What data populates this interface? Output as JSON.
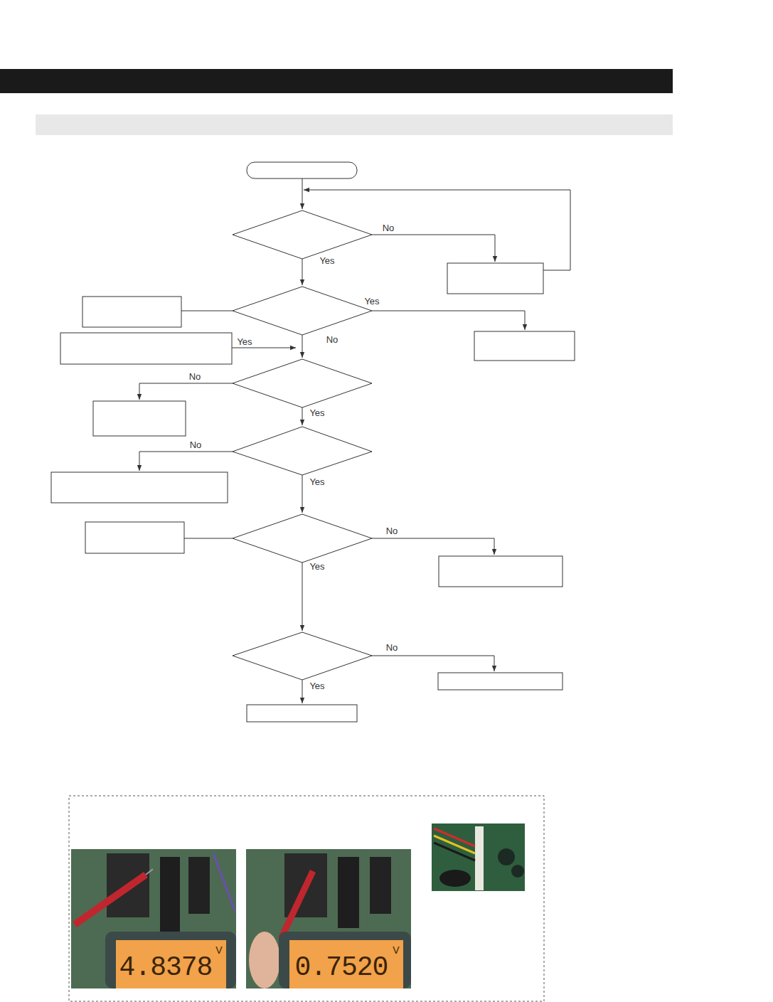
{
  "diagram": {
    "labels": [
      "No",
      "Yes",
      "Yes",
      "No",
      "Yes",
      "No",
      "Yes",
      "No",
      "Yes",
      "No",
      "Yes",
      "No",
      "Yes",
      "4.8378",
      "V",
      "0.7520",
      "V"
    ]
  }
}
